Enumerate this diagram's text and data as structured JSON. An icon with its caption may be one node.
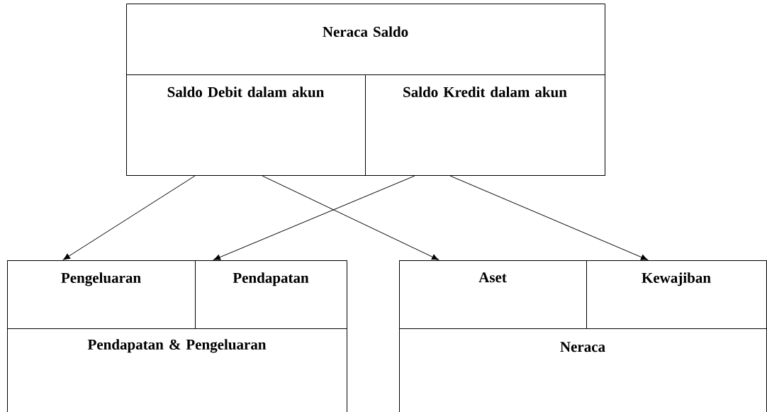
{
  "diagram": {
    "nodes": [
      {
        "text": [
          "Neraca Saldo"
        ]
      },
      {
        "text": [
          "Saldo Debit dalam akun"
        ],
        "in": 0
      },
      {
        "text": [
          "Saldo Kredit dalam akun"
        ],
        "in": 0
      },
      {
        "text": [
          "Pendapatan & Pengeluaran"
        ]
      },
      {
        "text": [
          "Pengeluaran"
        ],
        "in": 3
      },
      {
        "text": [
          "Pendapatan"
        ],
        "in": 3
      },
      {
        "text": [
          "Neraca"
        ]
      },
      {
        "text": [
          "Aset"
        ],
        "in": 6
      },
      {
        "text": [
          "Kewajiban"
        ],
        "in": 6
      }
    ],
    "edges": [
      {
        "from": 1,
        "to": 4,
        "arrow": "to"
      },
      {
        "from": 1,
        "to": 7,
        "arrow": "to"
      },
      {
        "from": 2,
        "to": 5,
        "arrow": "to"
      },
      {
        "from": 2,
        "to": 8,
        "arrow": "to"
      }
    ]
  }
}
